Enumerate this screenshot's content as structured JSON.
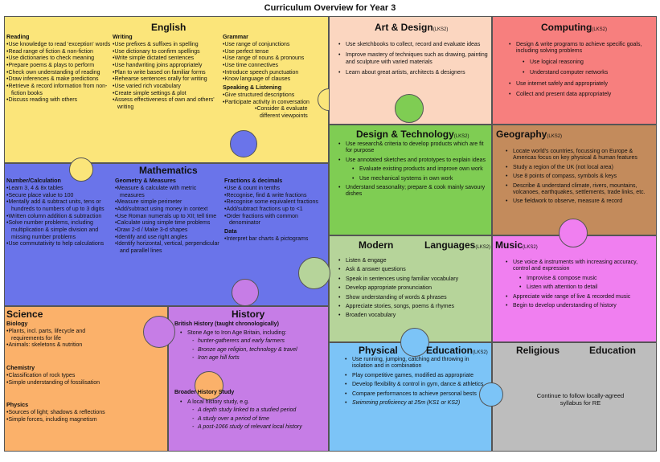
{
  "page": {
    "title": "Curriculum Overview for Year 3"
  },
  "colors": {
    "english": "#fbe57a",
    "art": "#fbd6c0",
    "computing": "#f77f7e",
    "dt": "#7fcd53",
    "geography": "#c38b5c",
    "maths": "#6a74ea",
    "languages": "#b6d49a",
    "music": "#f07ff0",
    "science": "#fbb16a",
    "history": "#c67de6",
    "pe": "#7cc4f7",
    "re": "#bdbdbd"
  },
  "english": {
    "title": "English",
    "reading": {
      "heading": "Reading",
      "items": [
        "Use knowledge to read 'exception' words",
        "Read range of fiction & non-fiction",
        "Use dictionaries to check meaning",
        "Prepare poems & plays to perform",
        "Check own understanding of reading",
        "Draw inferences & make predictions",
        "Retrieve & record information from non-fiction books",
        "Discuss reading with others"
      ]
    },
    "writing": {
      "heading": "Writing",
      "items": [
        "Use prefixes & suffixes in spelling",
        "Use dictionary to confirm spellings",
        "Write simple dictated sentences",
        "Use handwriting joins appropriately",
        "Plan to write based on familiar forms",
        "Rehearse sentences orally for writing",
        "Use varied rich vocabulary",
        "Create simple settings & plot",
        "Assess effectiveness of own and others' writing"
      ]
    },
    "grammar": {
      "heading": "Grammar",
      "items": [
        "Use range of conjunctions",
        "Use perfect tense",
        "Use range of nouns & pronouns",
        "Use time connectives",
        "Introduce speech punctuation",
        "Know language of clauses"
      ]
    },
    "speaking": {
      "heading": "Speaking & Listening",
      "items": [
        "Give structured descriptions",
        "Participate activity in conversation",
        "Consider & evaluate different viewpoints"
      ]
    }
  },
  "art": {
    "title": "Art & Design",
    "tag": "(LKS2)",
    "items": [
      "Use sketchbooks to collect, record and evaluate ideas",
      "Improve mastery of techniques such as drawing, painting and sculpture with varied materials",
      "Learn about great artists, architects & designers"
    ]
  },
  "computing": {
    "title": "Computing",
    "tag": "(LKS2)",
    "items": [
      "Design & write programs to achieve specific goals, including solving problems",
      "Use logical reasoning",
      "Understand computer networks",
      "Use internet safely and appropriately",
      "Collect and present data appropriately"
    ]
  },
  "dt": {
    "title": "Design & Technology",
    "tag": "(LKS2)",
    "items": [
      "Use research& criteria to develop products which are fit for purpose",
      "Use annotated sketches and prototypes to explain ideas",
      "Evaluate existing products and improve own work",
      "Use mechanical systems in own work",
      "Understand seasonality; prepare & cook mainly savoury dishes"
    ]
  },
  "geography": {
    "title": "Geography",
    "tag": "(LKS2)",
    "items": [
      "Locate world's countries, focussing on Europe & Americas focus on key physical & human features",
      "Study a region of the UK (not local area)",
      "Use 8 points of compass, symbols & keys",
      "Describe & understand climate, rivers, mountains, volcanoes, earthquakes, settlements, trade links, etc.",
      "Use fieldwork to observe, measure & record"
    ]
  },
  "maths": {
    "title": "Mathematics",
    "number": {
      "heading": "Number/Calculation",
      "items": [
        "Learn 3, 4 & 8x tables",
        "Secure place value to 100",
        "Mentally add & subtract units, tens or hundreds to numbers of up to 3 digits",
        "Written column addition & subtraction",
        "Solve number problems, including multiplication & simple division and missing number problems",
        "Use commutativity to help calculations"
      ]
    },
    "geometry": {
      "heading": "Geometry & Measures",
      "items": [
        "Measure & calculate with metric measures",
        "Measure simple perimeter",
        "Add/subtract using money in context",
        "Use Roman numerals up to XII; tell time",
        "Calculate using simple time problems",
        "Draw 2-d / Make 3-d shapes",
        "Identify and use right angles",
        "Identify horizontal, vertical, perpendicular and parallel lines"
      ]
    },
    "fractions": {
      "heading": "Fractions & decimals",
      "items": [
        "Use & count in tenths",
        "Recognise, find & write fractions",
        "Recognise some equivalent fractions",
        "Add/subtract fractions up to <1",
        "Order fractions with common denominator"
      ]
    },
    "data": {
      "heading": "Data",
      "items": [
        "Interpret bar charts & pictograms"
      ]
    }
  },
  "languages": {
    "title_a": "Modern",
    "title_b": "Languages",
    "tag": "(LKS2)",
    "items": [
      "Listen & engage",
      "Ask & answer questions",
      "Speak in sentences using familiar vocabulary",
      "Develop appropriate pronunciation",
      "Show understanding of words & phrases",
      "Appreciate stories, songs, poems & rhymes",
      "Broaden vocabulary"
    ]
  },
  "music": {
    "title": "Music",
    "tag": "(LKS2)",
    "items": [
      "Use voice & instruments with increasing accuracy, control and expression",
      "Improvise & compose music",
      "Listen with attention to detail",
      "Appreciate wide range of live & recorded music",
      "Begin to develop understanding of history"
    ]
  },
  "science": {
    "title": "Science",
    "biology": {
      "heading": "Biology",
      "items": [
        "Plants, incl. parts, lifecycle and requirements for life",
        "Animals: skeletons & nutrition"
      ]
    },
    "chemistry": {
      "heading": "Chemistry",
      "items": [
        "Classification of rock types",
        "Simple understanding of fossilisation"
      ]
    },
    "physics": {
      "heading": "Physics",
      "items": [
        "Sources of light; shadows & reflections",
        "Simple forces, including magnetism"
      ]
    }
  },
  "history": {
    "title": "History",
    "british": {
      "heading": "British History (taught chronologically)",
      "main": "Stone Age to Iron Age Britain, including:",
      "subs": [
        "hunter-gatherers and early farmers",
        "Bronze age religion, technology & travel",
        "Iron age hill forts"
      ]
    },
    "broader": {
      "heading": "Broader History Study",
      "main": "A local history study, e.g.",
      "subs": [
        "A depth study linked to a studied period",
        "A study over a period of time",
        "A post-1066 study of relevant local history"
      ]
    }
  },
  "pe": {
    "title_a": "Physical",
    "title_b": "Education",
    "tag": "(LKS2)",
    "items": [
      "Use running, jumping, catching and throwing in isolation and in combination",
      "Play competitive games, modified as appropriate",
      "Develop flexibility & control in gym, dance & athletics",
      "Compare performances to achieve personal bests",
      "Swimming proficiency at 25m (KS1 or KS2)"
    ]
  },
  "re": {
    "title_a": "Religious",
    "title_b": "Education",
    "text": "Continue to follow locally-agreed syllabus for RE"
  }
}
